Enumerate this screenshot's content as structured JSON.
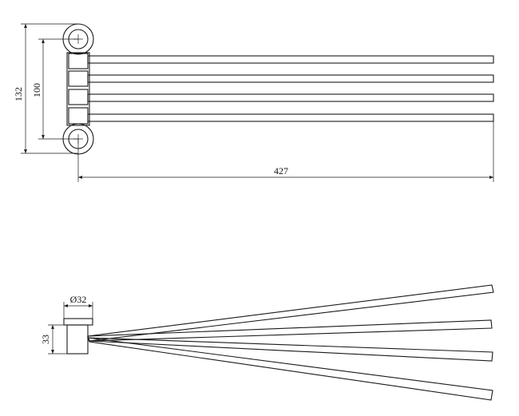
{
  "top_view": {
    "dim_height_outer": "132",
    "dim_height_inner": "100",
    "dim_length": "427"
  },
  "side_view": {
    "dim_diameter": "Ø32",
    "dim_depth": "33"
  }
}
